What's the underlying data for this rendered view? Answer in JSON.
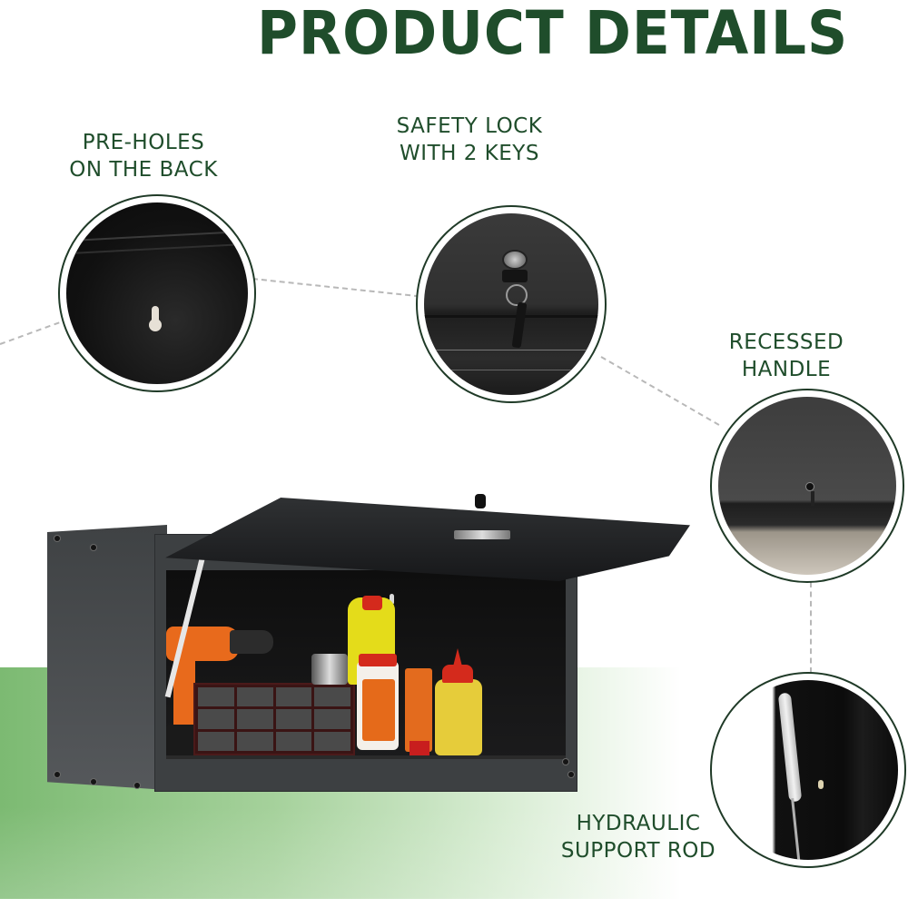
{
  "page": {
    "title": "PRODUCT DETAILS",
    "accent_color": "#1f4d2b",
    "band_color": "#7cba72"
  },
  "features": [
    {
      "id": "pre-holes",
      "line1": "PRE-HOLES",
      "line2": "ON THE BACK"
    },
    {
      "id": "safety-lock",
      "line1": "SAFETY LOCK",
      "line2": "WITH 2 KEYS"
    },
    {
      "id": "recessed-handle",
      "line1": "RECESSED",
      "line2": "HANDLE"
    },
    {
      "id": "hydraulic-rod",
      "line1": "HYDRAULIC",
      "line2": "SUPPORT ROD"
    }
  ],
  "product_image": {
    "subject": "black wall-mounted metal storage cabinet with flip-up door, holding a drill, parts organizer, and glue bottles"
  }
}
